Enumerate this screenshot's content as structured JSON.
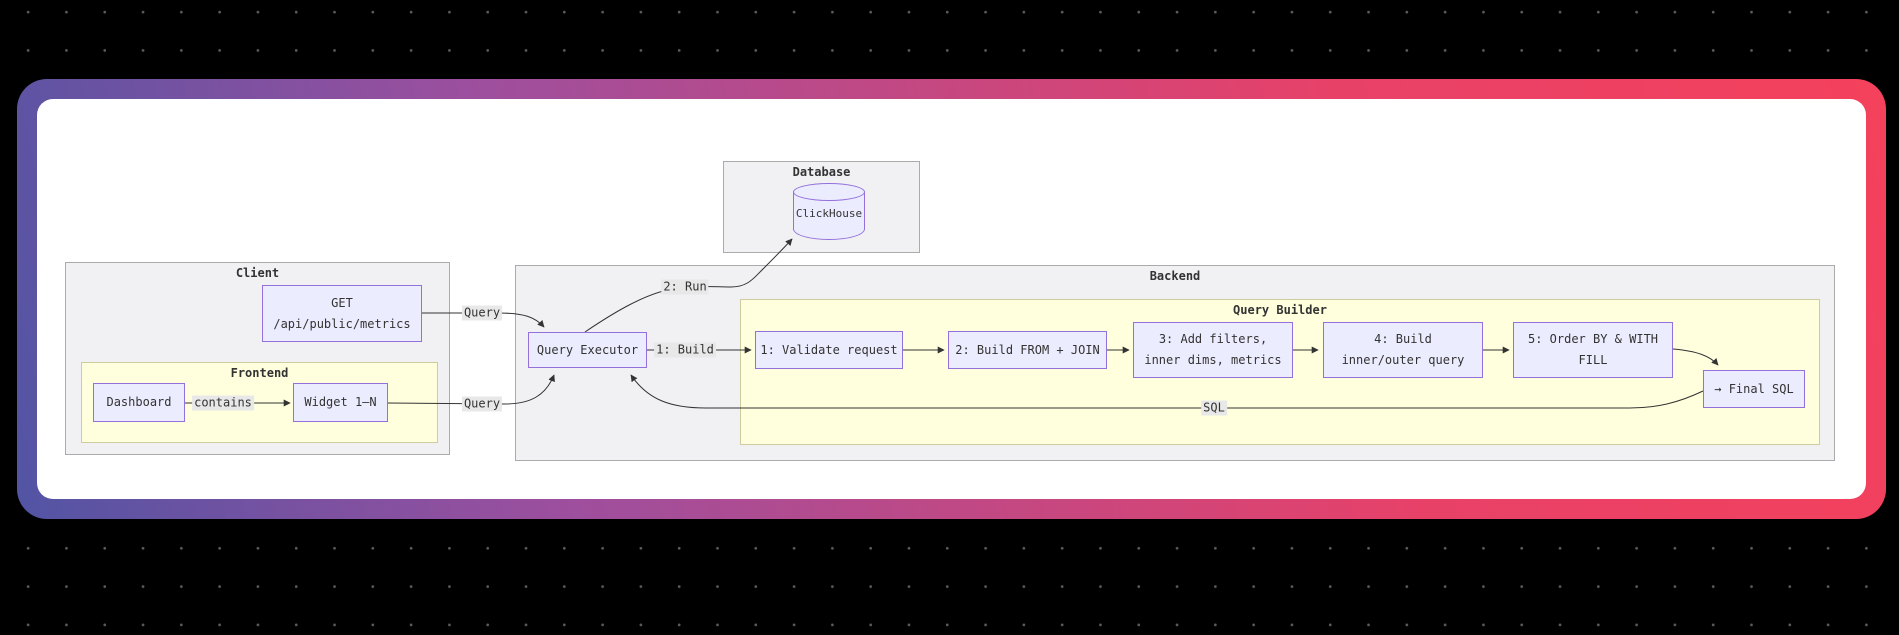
{
  "page": {
    "background": "#000000",
    "dot_color": "#5c5c5c"
  },
  "card": {
    "background": "#ffffff",
    "border_gradient": [
      "#5254a4",
      "#9d4f9e",
      "#e84168",
      "#f4415c"
    ]
  },
  "diagram": {
    "clusters": {
      "database": {
        "title": "Database"
      },
      "client": {
        "title": "Client"
      },
      "frontend": {
        "title": "Frontend"
      },
      "backend": {
        "title": "Backend"
      },
      "query_builder": {
        "title": "Query Builder"
      }
    },
    "nodes": {
      "clickhouse": {
        "label": "ClickHouse"
      },
      "get": {
        "line1": "GET",
        "line2": "/api/public/metrics"
      },
      "dashboard": {
        "label": "Dashboard"
      },
      "widget": {
        "label": "Widget 1–N"
      },
      "query_executor": {
        "label": "Query Executor"
      },
      "qb1": {
        "label": "1: Validate request"
      },
      "qb2": {
        "label": "2: Build FROM + JOIN"
      },
      "qb3": {
        "line1": "3: Add filters,",
        "line2": "inner dims, metrics"
      },
      "qb4": {
        "line1": "4: Build",
        "line2": "inner/outer query"
      },
      "qb5": {
        "line1": "5: Order BY & WITH",
        "line2": "FILL"
      },
      "final_sql": {
        "label": "→ Final SQL"
      }
    },
    "edge_labels": {
      "query_get": "Query",
      "query_widget": "Query",
      "contains": "contains",
      "build": "1: Build",
      "run": "2: Run",
      "sql": "SQL"
    },
    "colors": {
      "node_fill": "#ECECFF",
      "node_border": "#9370DB",
      "cluster_fill": "#f1f1f4",
      "cluster_border": "#ababab",
      "inner_cluster_fill": "#ffffde",
      "inner_cluster_border": "#cccc9e",
      "edge": "#333333",
      "edge_label_bg": "#e8e8e8"
    }
  }
}
